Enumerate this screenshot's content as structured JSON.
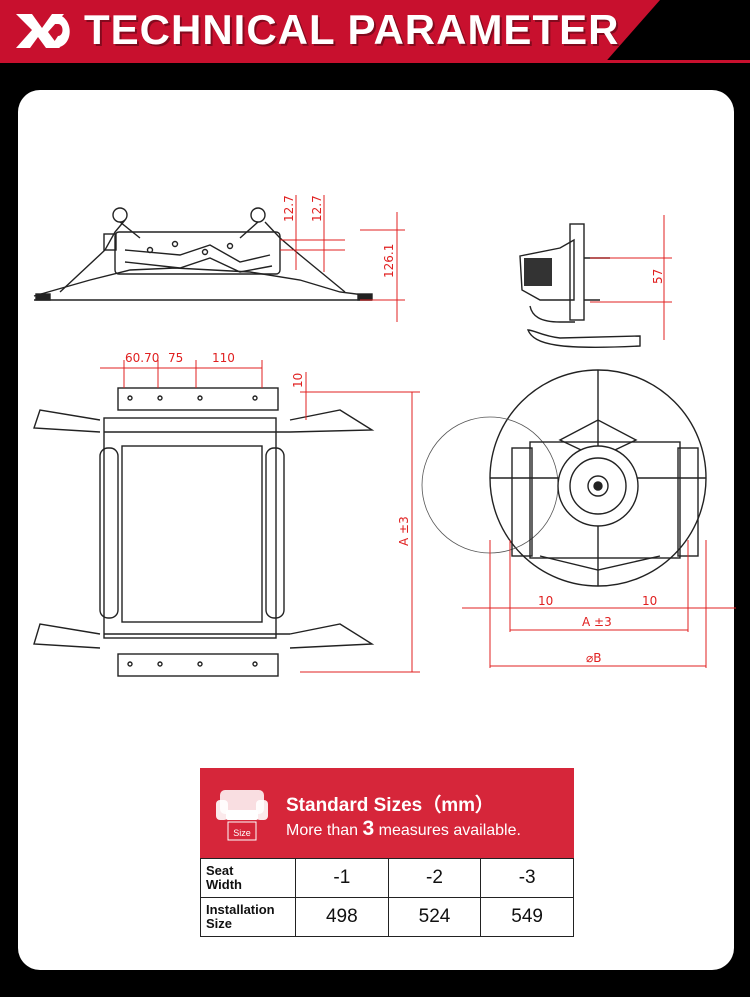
{
  "header": {
    "logo_text": "XD",
    "title": "TECHNICAL PARAMETER",
    "brand_color": "#c8102e"
  },
  "drawing": {
    "side_view": {
      "dim_1": "12.7",
      "dim_2": "12.7",
      "dim_3": "126.1"
    },
    "end_view": {
      "dim_height": "57"
    },
    "top_view": {
      "dim_a": "60.70",
      "dim_b": "75",
      "dim_c": "110",
      "dim_d": "10",
      "dim_length": "A ±3"
    },
    "round_view": {
      "dim_left": "10",
      "dim_right": "10",
      "dim_width": "A ±3",
      "dim_diameter": "⌀B"
    }
  },
  "sizes": {
    "icon_label": "Size",
    "title": "Standard Sizes（mm）",
    "subtitle_pre": "More than",
    "subtitle_num": "3",
    "subtitle_post": "measures available.",
    "rows": [
      {
        "label_1": "Seat",
        "label_2": "Width",
        "values": [
          "-1",
          "-2",
          "-3"
        ]
      },
      {
        "label_1": "Installation",
        "label_2": "Size",
        "values": [
          "498",
          "524",
          "549"
        ]
      }
    ]
  }
}
